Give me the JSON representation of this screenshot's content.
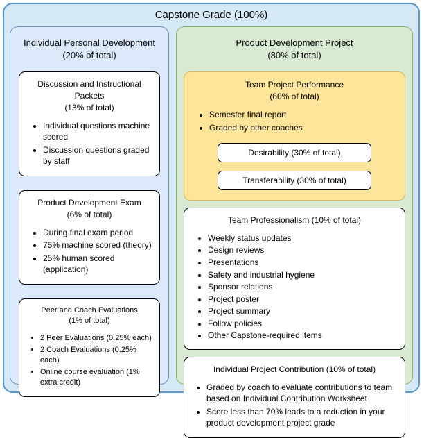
{
  "title": "Capstone Grade (100%)",
  "left": {
    "title": "Individual Personal Development",
    "subtitle": "(20% of total)",
    "boxes": [
      {
        "title": "Discussion and Instructional Packets",
        "subtitle": "(13% of total)",
        "bullets": [
          "Individual questions machine scored",
          "Discussion questions graded by staff"
        ]
      },
      {
        "title": "Product Development Exam",
        "subtitle": "(6% of total)",
        "bullets": [
          "During final exam period",
          "75% machine scored (theory)",
          "25% human scored (application)"
        ]
      },
      {
        "title": "Peer and Coach Evaluations",
        "subtitle": "(1% of total)",
        "bullets": [
          "2 Peer Evaluations (0.25% each)",
          "2 Coach Evaluations (0.25% each)",
          "Online course evaluation (1% extra credit)"
        ]
      }
    ]
  },
  "right": {
    "title": "Product Development Project",
    "subtitle": "(80% of total)",
    "team_performance": {
      "title": "Team Project Performance",
      "subtitle": "(60% of total)",
      "bullets": [
        "Semester final report",
        "Graded by other coaches"
      ],
      "sub_boxes": [
        "Desirability  (30% of total)",
        "Transferability  (30% of total)"
      ]
    },
    "team_professionalism": {
      "title": "Team Professionalism (10% of total)",
      "bullets": [
        "Weekly status updates",
        "Design reviews",
        "Presentations",
        "Safety and industrial hygiene",
        "Sponsor relations",
        "Project poster",
        "Project summary",
        "Follow policies",
        "Other Capstone-required items"
      ]
    },
    "individual_contribution": {
      "title": "Individual Project Contribution (10% of total)",
      "bullets": [
        "Graded by coach to evaluate contributions to team based on Individual Contribution Worksheet",
        "Score less than 70% leads to a reduction in your product development project grade"
      ]
    }
  },
  "colors": {
    "outer_fill": "#d5e8f5",
    "outer_stroke": "#5a96c8",
    "left_fill": "#dce9fb",
    "left_stroke": "#6c8ebf",
    "right_fill": "#d9ead3",
    "right_stroke": "#82b366",
    "yellow_fill": "#ffe599",
    "yellow_stroke": "#d6b656"
  }
}
